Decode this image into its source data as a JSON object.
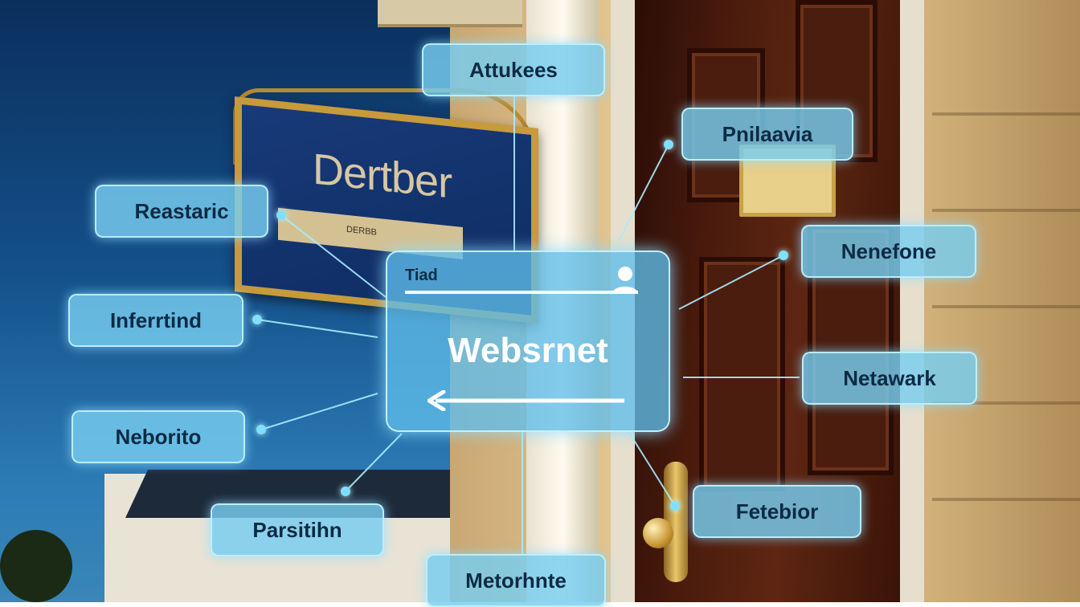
{
  "sign": {
    "text": "Dertber",
    "strip_text": "DERBB"
  },
  "hub": {
    "small_label": "Tiad",
    "title": "Websrnet",
    "user_icon": "user-icon",
    "arrow_icon": "left-arrow-icon"
  },
  "chips": {
    "top": "Attukees",
    "right_top": "Pnilaavia",
    "left_top": "Reastaric",
    "right_mid": "Nenefone",
    "left_mid": "Inferrtind",
    "right_lower": "Netawark",
    "left_lower": "Neborito",
    "right_bottom": "Fetebior",
    "left_bottom": "Parsitihn",
    "bottom": "Metorhnte"
  },
  "colors": {
    "chip": "#78cdf0",
    "hub": "#5fbeeb",
    "line": "#a8ecff",
    "sky": "#14508a",
    "door": "#4a1b0d"
  }
}
